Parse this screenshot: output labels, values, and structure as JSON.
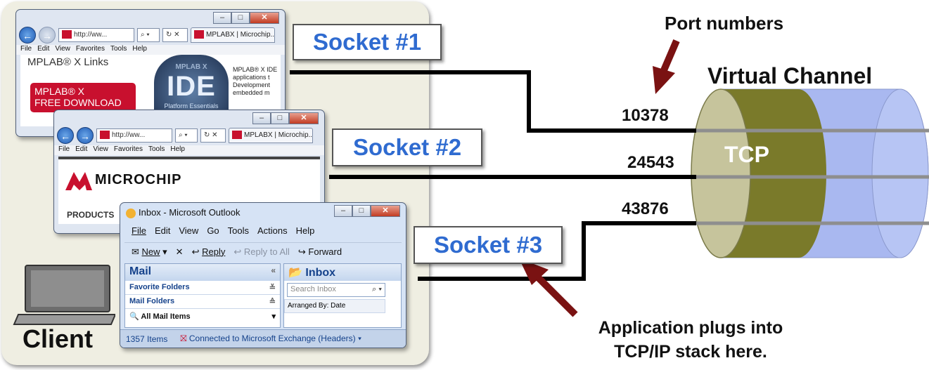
{
  "client": {
    "label": "Client"
  },
  "browser1": {
    "address": "http://ww...",
    "tab": "MPLABX | Microchip...",
    "menu": [
      "File",
      "Edit",
      "View",
      "Favorites",
      "Tools",
      "Help"
    ],
    "heading": "MPLAB® X Links",
    "download_btn": "MPLAB® X\nFREE DOWNLOAD",
    "ide_logo_top": "MPLAB X",
    "ide_logo_main": "IDE",
    "ide_logo_sub": "Platform Essentials",
    "side_text": "MPLAB® X IDE\napplications t\nDevelopment\nembedded m"
  },
  "browser2": {
    "address": "http://ww...",
    "tab": "MPLABX | Microchip...",
    "menu": [
      "File",
      "Edit",
      "View",
      "Favorites",
      "Tools",
      "Help"
    ],
    "logo_text": "MICROCHIP",
    "nav_text": "PRODUCTS"
  },
  "outlook": {
    "title": "Inbox - Microsoft Outlook",
    "menu": [
      "File",
      "Edit",
      "View",
      "Go",
      "Tools",
      "Actions",
      "Help"
    ],
    "toolbar": {
      "new": "New",
      "reply": "Reply",
      "reply_all": "Reply to All",
      "forward": "Forward"
    },
    "mail_header": "Mail",
    "favorite_folders": "Favorite Folders",
    "mail_folders": "Mail Folders",
    "all_mail_items": "All Mail Items",
    "inbox_header": "Inbox",
    "search_placeholder": "Search Inbox",
    "arranged_by": "Arranged By: Date",
    "status_items": "1357 Items",
    "status_connection": "Connected to Microsoft Exchange (Headers)"
  },
  "sockets": [
    {
      "label": "Socket #1"
    },
    {
      "label": "Socket #2"
    },
    {
      "label": "Socket #3"
    }
  ],
  "ports": [
    "10378",
    "24543",
    "43876"
  ],
  "annotations": {
    "port_numbers": "Port numbers",
    "virtual_channel": "Virtual Channel",
    "tcp": "TCP",
    "app_plugs": "Application plugs into\nTCP/IP stack here."
  },
  "colors": {
    "socket_text": "#2f6bd0",
    "arrow": "#7a1212",
    "tcp_olive": "#7a7a2a",
    "channel_blue": "#a9b8f0",
    "panel_bg": "#efeee2"
  }
}
